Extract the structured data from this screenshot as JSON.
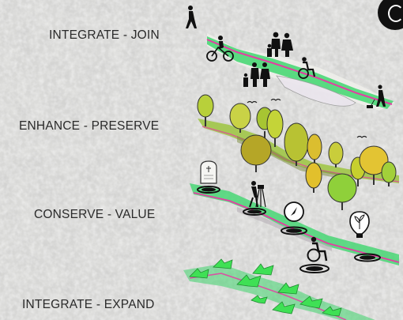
{
  "layers": [
    {
      "id": "integrate-join",
      "label": "INTEGRATE - JOIN"
    },
    {
      "id": "enhance-preserve",
      "label": "ENHANCE - PRESERVE"
    },
    {
      "id": "conserve-value",
      "label": "CONSERVE - VALUE"
    },
    {
      "id": "integrate-expand",
      "label": "INTEGRATE - EXPAND"
    }
  ],
  "colors": {
    "background": "#dcdcda",
    "green": "#3fd66e",
    "pink": "#e63ca3",
    "lime": "#8bc34a",
    "olive": "#a4a82e",
    "text": "#2a2a2a"
  },
  "icons": [
    "walking-person-icon",
    "cyclist-icon",
    "family-icon",
    "wheelchair-icon",
    "dog-walker-icon",
    "tree-icon",
    "bird-icon",
    "gravestone-icon",
    "photographer-icon",
    "compass-icon",
    "lightbulb-leaf-icon",
    "arrow-icon"
  ]
}
